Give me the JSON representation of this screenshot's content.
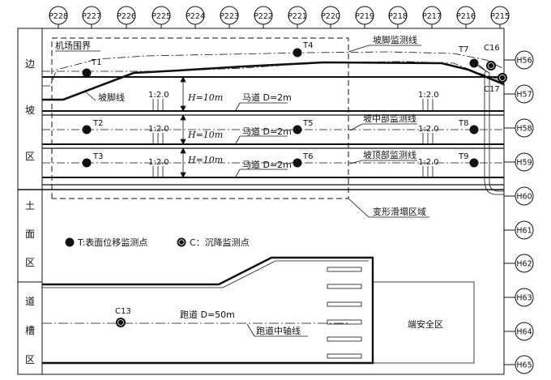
{
  "top_grid": [
    "P228",
    "P227",
    "P226",
    "P225",
    "P224",
    "P223",
    "P222",
    "P221",
    "P220",
    "P219",
    "P218",
    "P217",
    "P216",
    "P215"
  ],
  "right_grid": [
    "H56",
    "H57",
    "H58",
    "H59",
    "H60",
    "H61",
    "H62",
    "H63",
    "H64",
    "H65"
  ],
  "zones": {
    "slope": [
      "边",
      "坡",
      "区"
    ],
    "earth": [
      "土",
      "面",
      "区"
    ],
    "trough": [
      "道",
      "槽",
      "区"
    ]
  },
  "labels": {
    "airport_fence": "机场围界",
    "toe_monitor_line": "坡脚监测线",
    "toe_line": "坡脚线",
    "mid_monitor_line": "坡中部监测线",
    "top_monitor_line": "坡顶部监测线",
    "deform_zone": "变形滑塌区域",
    "safety_zone": "端安全区",
    "axis_line": "跑道中轴线"
  },
  "dims": {
    "h1": "H=10m",
    "h2": "H=10m",
    "h3": "H=10m",
    "road1": "马道 D=2m",
    "road2": "马道 D=2m",
    "road3": "马道 D=2m",
    "runway": "跑道 D=50m",
    "ratio": "1:2.0"
  },
  "points": {
    "T1": "T1",
    "T2": "T2",
    "T3": "T3",
    "T4": "T4",
    "T5": "T5",
    "T6": "T6",
    "T7": "T7",
    "T8": "T8",
    "T9": "T9",
    "C16": "C16",
    "C17": "C17",
    "C13": "C13"
  },
  "legend": {
    "t_label": "T:表面位移监测点",
    "c_label": "C：沉降监测点"
  }
}
